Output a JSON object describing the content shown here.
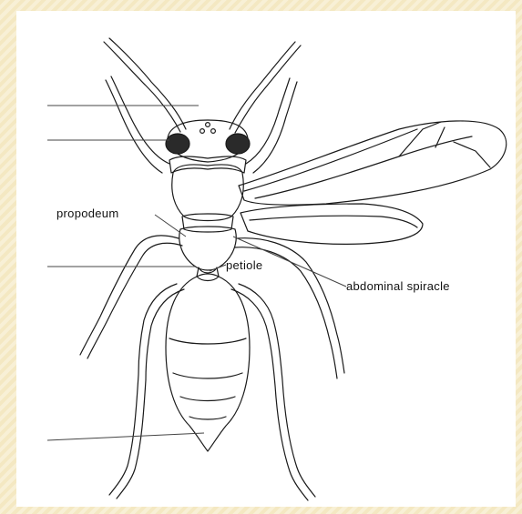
{
  "diagram": {
    "labels": {
      "propodeum": "propodeum",
      "petiole": "petiole",
      "abdominal_spiracle": "abdominal spiracle"
    },
    "colors": {
      "ink": "#1a1a1a",
      "frame": "#f4e8c2"
    }
  }
}
